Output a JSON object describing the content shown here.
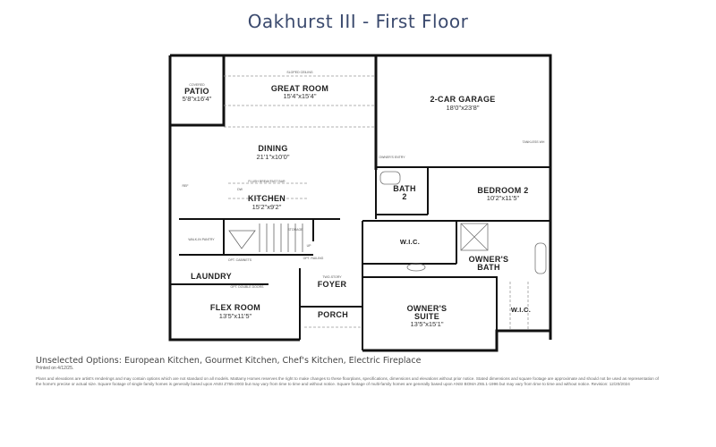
{
  "title": "Oakhurst III - First Floor",
  "rooms": {
    "patio": {
      "note": "COVERED",
      "name": "PATIO",
      "dim": "5'8\"x16'4\""
    },
    "great_room": {
      "note": "SLOPED CEILING",
      "name": "GREAT ROOM",
      "dim": "15'4\"x15'4\""
    },
    "garage": {
      "name": "2-CAR GARAGE",
      "dim": "18'0\"x23'8\"",
      "note": "TANKLESS WH"
    },
    "dining": {
      "name": "DINING",
      "dim": "21'1\"x10'0\""
    },
    "kitchen": {
      "name": "KITCHEN",
      "dim": "15'2\"x9'2\"",
      "bar": "FLUSH BREAKFAST BAR",
      "dw": "DW",
      "ref": "REF"
    },
    "owners_entry": {
      "name": "OWNER'S ENTRY"
    },
    "bath2": {
      "name": "BATH",
      "num": "2"
    },
    "bedroom2": {
      "name": "BEDROOM 2",
      "dim": "10'2\"x11'5\""
    },
    "pantry": {
      "name": "WALK-IN PANTRY"
    },
    "storage": {
      "name": "STORAGE",
      "up": "UP"
    },
    "opt_cabinets": "OPT. CABINETS",
    "opt_railing": "OPT. RAILING",
    "opt_doors": "OPT. DOUBLE DOORS",
    "laundry": {
      "name": "LAUNDRY"
    },
    "foyer": {
      "note": "TWO-STORY",
      "name": "FOYER"
    },
    "flex_room": {
      "name": "FLEX ROOM",
      "dim": "13'5\"x11'5\""
    },
    "porch": {
      "name": "PORCH"
    },
    "wic1": {
      "name": "W.I.C."
    },
    "owners_bath": {
      "name": "OWNER'S",
      "name2": "BATH"
    },
    "owners_suite": {
      "name": "OWNER'S",
      "name2": "SUITE",
      "dim": "13'5\"x15'1\""
    },
    "wic2": {
      "name": "W.I.C."
    }
  },
  "footer": {
    "options": "Unselected Options: European Kitchen, Gourmet Kitchen, Chef's Kitchen, Electric Fireplace",
    "printed": "Printed on 4/12/25.",
    "disclaimer": "Plans and elevations are artist's renderings and may contain options which are not standard on all models. Mattamy Homes reserves the right to make changes to these floorplans, specifications, dimensions and elevations without prior notice. Stated dimensions and square footage are approximate and should not be used as representation of the home's precise or actual size. Square footage of single family homes is generally based upon ANSI Z765-2003 but may vary from time to time and without notice. Square footage of multi-family homes are generally based upon ANSI BOMA Z65.1-1996 but may vary from time to time and without notice. Revision: 12/20/2024"
  },
  "colors": {
    "title": "#3b4a6e",
    "walls": "#111111"
  }
}
